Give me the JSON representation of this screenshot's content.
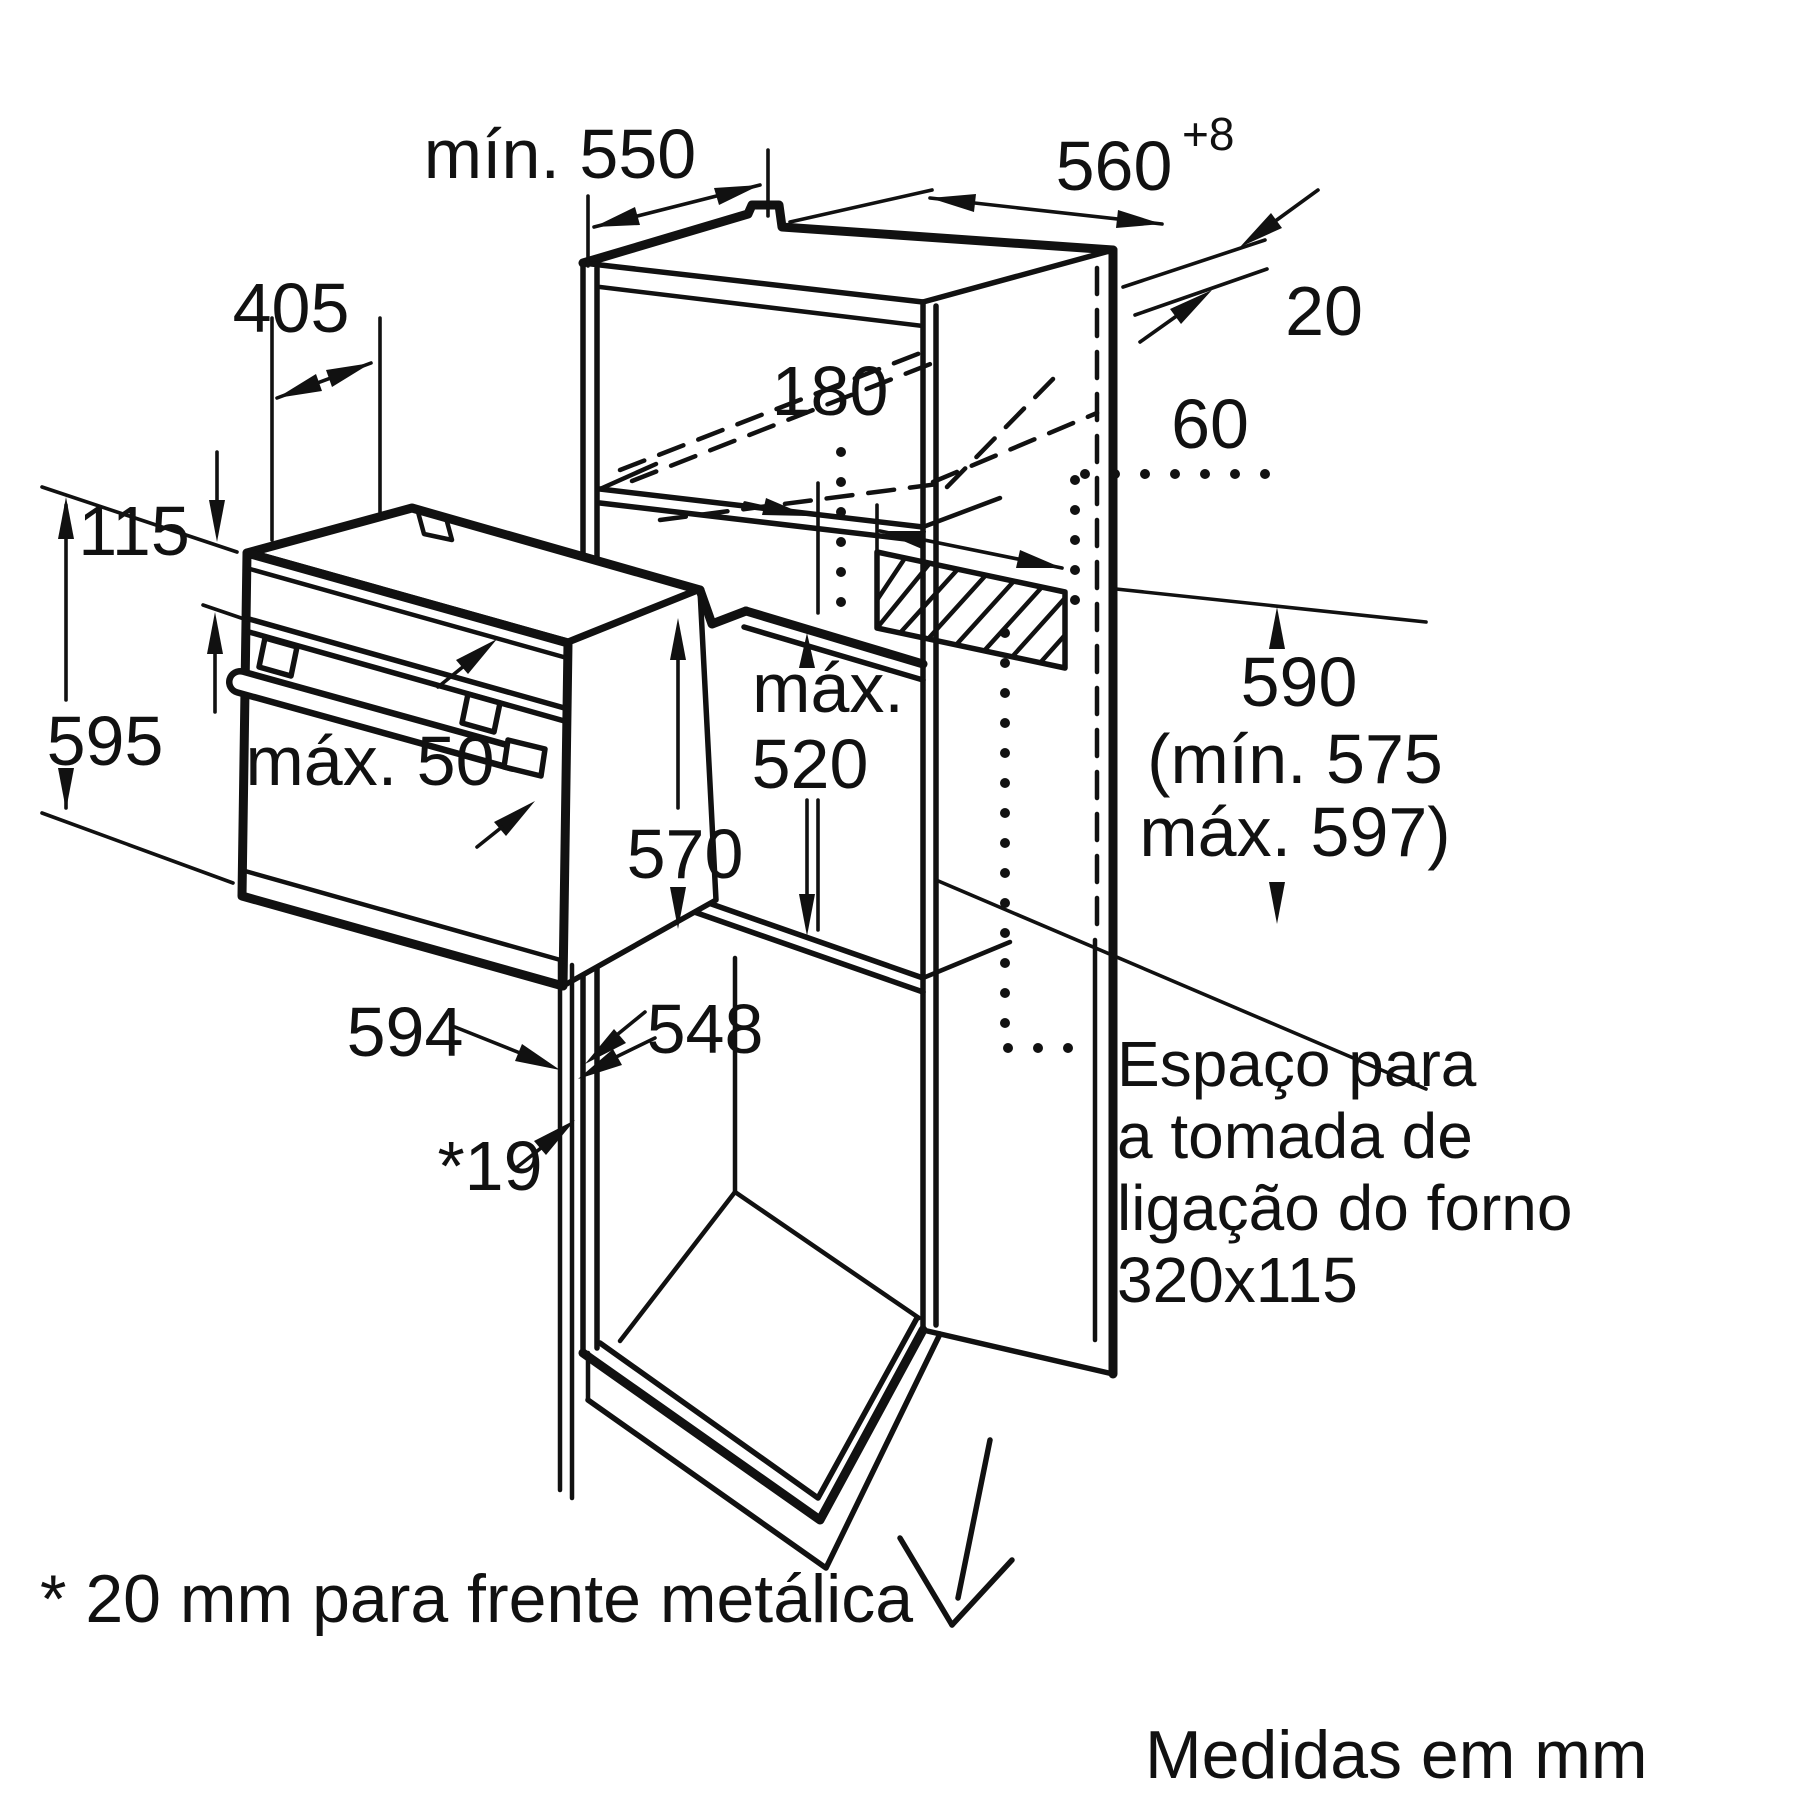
{
  "diagram_title": "Oven built-in installation drawing",
  "units_note": "Medidas em mm",
  "footnote": "* 20 mm para frente metálica",
  "dimensions": {
    "top_depth_min": "mín. 550",
    "niche_width": "560",
    "niche_width_tolerance": "+8",
    "rear_panel_thickness": "20",
    "vent_clearance": "180",
    "socket_offset": "60",
    "top_inset": "405",
    "control_panel_height": "115",
    "front_height": "595",
    "handle_clearance": "máx. 50",
    "body_height": "570",
    "insert_depth_line1": "máx.",
    "insert_depth_line2": "520",
    "front_width": "594",
    "body_width": "548",
    "front_overlap": "*19",
    "niche_height": "590",
    "niche_height_min": "(mín. 575",
    "niche_height_max": "máx. 597)"
  },
  "socket_note": {
    "line1": "Espaço para",
    "line2": "a tomada de",
    "line3": "ligação do forno",
    "line4": "320x115"
  }
}
